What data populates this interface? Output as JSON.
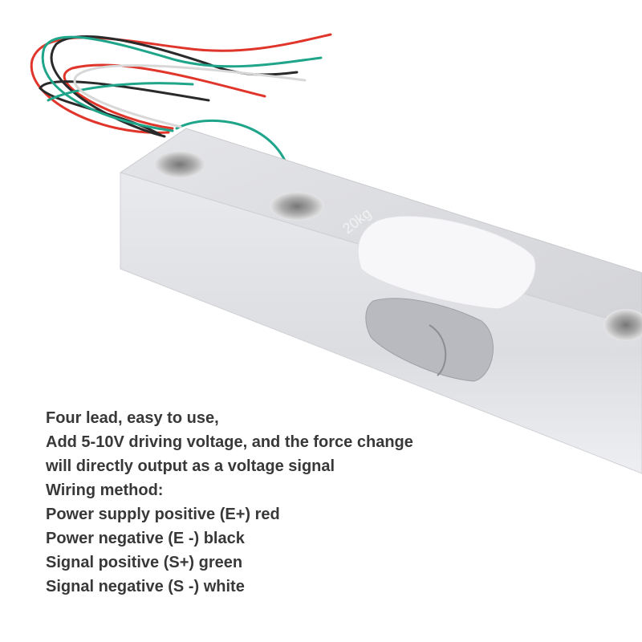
{
  "product": {
    "capacity_marking": "20kg"
  },
  "caption": {
    "lines": [
      "Four lead, easy to use,",
      "Add 5-10V driving voltage, and the force change",
      "will directly output as a voltage signal",
      "Wiring method:",
      "Power supply positive (E+) red",
      "Power negative (E -) black",
      "Signal positive (S+) green",
      "Signal negative (S -) white"
    ]
  },
  "colors": {
    "wire_red": "#e0352b",
    "wire_black": "#2a2a2a",
    "wire_green": "#1fa58a",
    "wire_white": "#f4f4f4",
    "aluminum": "#d9dade",
    "text": "#383838"
  }
}
